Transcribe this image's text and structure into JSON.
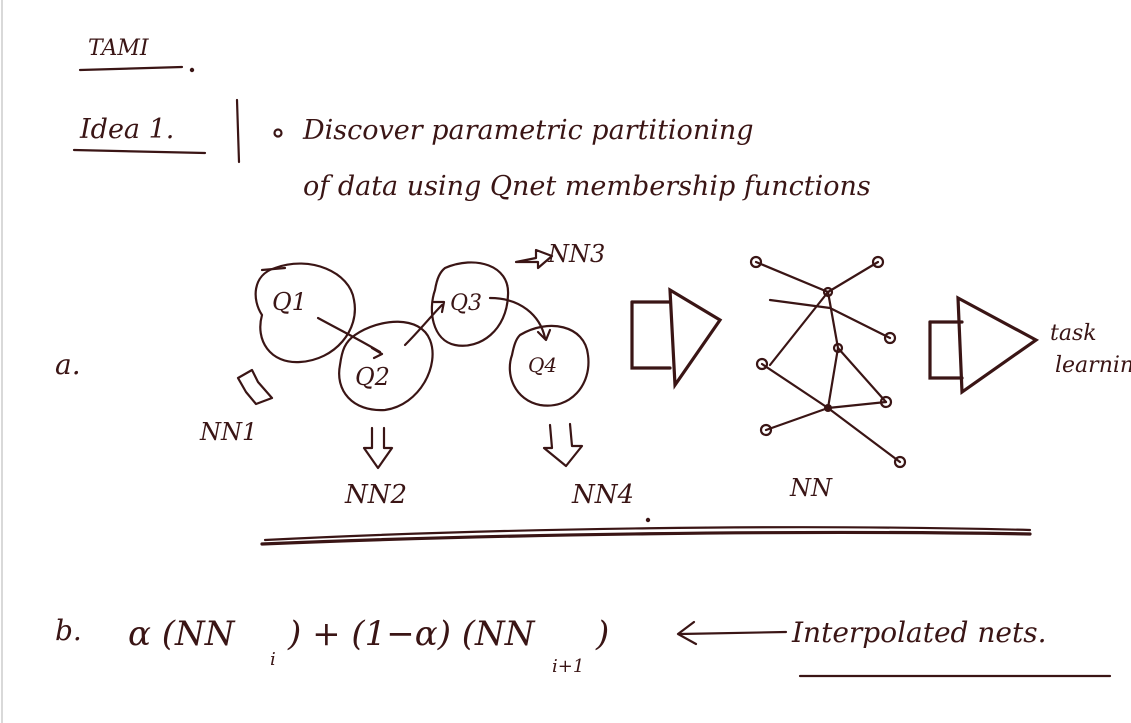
{
  "header": {
    "title": "TAMI"
  },
  "idea": {
    "label": "Idea 1.",
    "line1": "Discover parametric partitioning",
    "line2": "of data using Qnet membership functions"
  },
  "section_a": {
    "label": "a.",
    "regions": [
      "Q1",
      "Q2",
      "Q3",
      "Q4"
    ],
    "networks": [
      "NN1",
      "NN2",
      "NN3",
      "NN4"
    ],
    "nn_label": "NN",
    "task_text_1": "task",
    "task_text_2": "learning"
  },
  "section_b": {
    "label": "b.",
    "formula_part1": "α (NN",
    "sub_i": "i",
    "formula_part2": ") + (1−α) (NN",
    "sub_i1": "i+1",
    "formula_part3": ")",
    "annotation": "Interpolated nets."
  }
}
